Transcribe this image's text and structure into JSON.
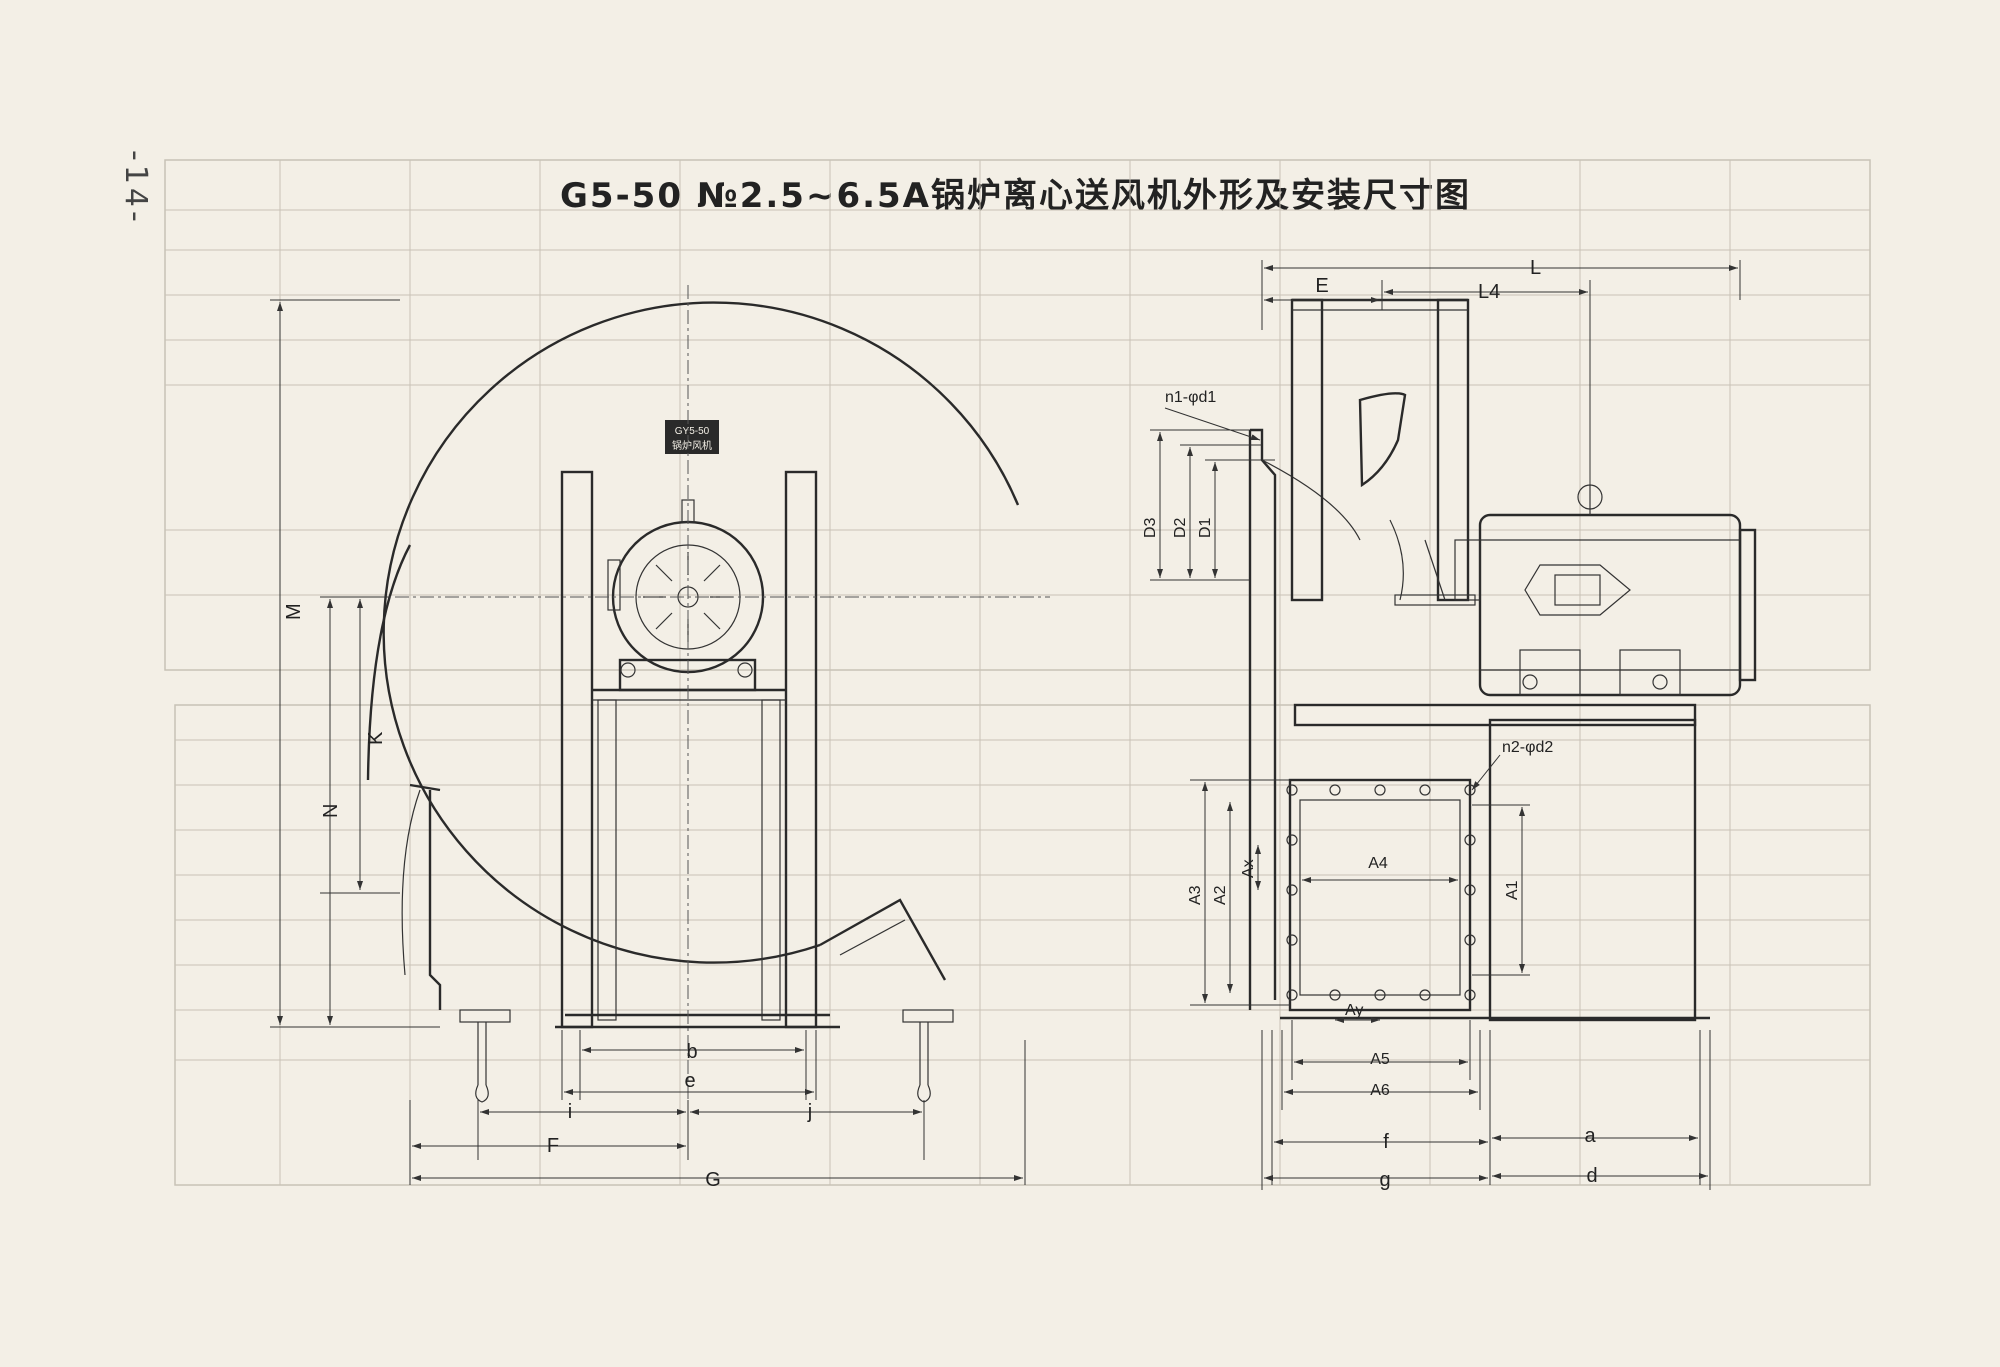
{
  "page_number": "-14-",
  "title": "G5-50 №2.5~6.5A锅炉离心送风机外形及安装尺寸图",
  "nameplate": {
    "line1": "GY5-50",
    "line2": "锅炉风机"
  },
  "front_view": {
    "dimensions": [
      "M",
      "K",
      "N",
      "b",
      "e",
      "i",
      "j",
      "F",
      "G"
    ]
  },
  "side_view": {
    "dimensions": [
      "L",
      "L4",
      "E",
      "D3",
      "D2",
      "D1",
      "A3",
      "A2",
      "Ax",
      "A4",
      "A1",
      "Ay",
      "A5",
      "A6",
      "f",
      "a",
      "g",
      "d"
    ],
    "holes": [
      "n1-φd1",
      "n2-φd2"
    ]
  }
}
